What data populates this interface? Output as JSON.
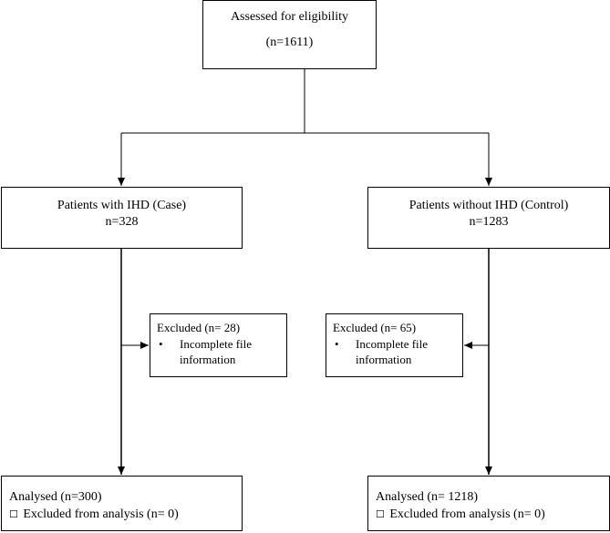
{
  "nodes": {
    "assessed": {
      "line1": "Assessed for eligibility",
      "line2": "(n=1611)"
    },
    "case": {
      "line1": "Patients with IHD (Case)",
      "line2": "n=328"
    },
    "control": {
      "line1": "Patients without IHD (Control)",
      "line2": "n=1283"
    },
    "excluded_case": {
      "title": "Excluded (n= 28)",
      "bullet": "•",
      "item": "Incomplete file information"
    },
    "excluded_control": {
      "title": "Excluded (n= 65)",
      "bullet": "•",
      "item": "Incomplete file information"
    },
    "analysed_case": {
      "line1": "Analysed  (n=300)",
      "checkbox": "☐",
      "line2": "Excluded from analysis (n= 0)"
    },
    "analysed_control": {
      "line1": "Analysed  (n= 1218)",
      "checkbox": "☐",
      "line2": "Excluded from analysis (n= 0)"
    }
  },
  "colors": {
    "stroke": "#000000",
    "background": "#ffffff"
  }
}
